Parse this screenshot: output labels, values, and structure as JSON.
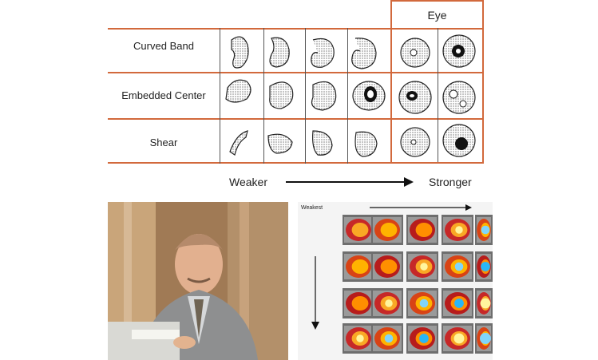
{
  "header": {
    "eye_label": "Eye"
  },
  "rows": [
    {
      "label": "Curved Band"
    },
    {
      "label": "Embedded Center"
    },
    {
      "label": "Shear"
    }
  ],
  "scale": {
    "weaker_label": "Weaker",
    "stronger_label": "Stronger"
  },
  "satellite_panel": {
    "label": "Weakest"
  },
  "icons": {
    "arrow": "right-arrow-icon",
    "down_arrow": "down-arrow-icon"
  },
  "colors": {
    "accent": "#d2693c",
    "sepia_bg": "#a07a55"
  }
}
